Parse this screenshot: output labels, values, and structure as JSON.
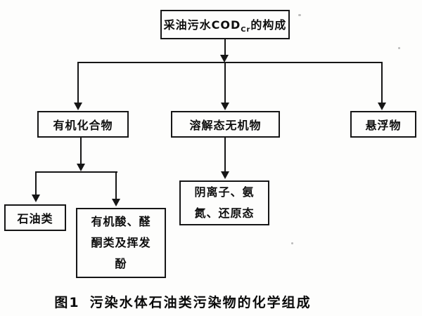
{
  "diagram": {
    "nodes": {
      "root": {
        "label_pre": "采油污水COD",
        "label_sub": "Cr",
        "label_post": "的构成"
      },
      "organic": {
        "label": "有机化合物"
      },
      "inorganic": {
        "label": "溶解态无机物"
      },
      "suspended": {
        "label": "悬浮物"
      },
      "petroleum": {
        "label": "石油类"
      },
      "organic_acids": {
        "lines": [
          "有机酸、醛",
          "酮类及挥发",
          "酚"
        ]
      },
      "anions": {
        "lines": [
          "阴离子、氨",
          "氮、还原态"
        ]
      }
    },
    "caption": {
      "fig_label": "图1",
      "title": "污染水体石油类污染物的化学组成"
    }
  },
  "colors": {
    "line": "#161616",
    "background": "#fdfdfc",
    "text": "#0e0e0e"
  }
}
